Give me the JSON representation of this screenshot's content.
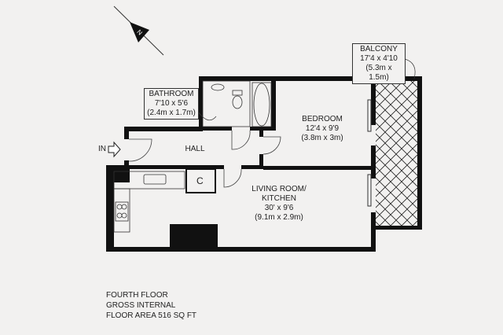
{
  "rooms": {
    "bathroom": {
      "name": "BATHROOM",
      "imperial": "7'10 x 5'6",
      "metric": "(2.4m x 1.7m)"
    },
    "balcony": {
      "name": "BALCONY",
      "imperial": "17'4 x 4'10",
      "metric": "(5.3m x 1.5m)"
    },
    "bedroom": {
      "name": "BEDROOM",
      "imperial": "12'4 x 9'9",
      "metric": "(3.8m x 3m)"
    },
    "hall": {
      "name": "HALL"
    },
    "living": {
      "name": "LIVING ROOM/",
      "name2": "KITCHEN",
      "imperial": "30' x 9'6",
      "metric": "(9.1m x 2.9m)"
    }
  },
  "entrance_label": "IN",
  "cupboard_symbol": "C",
  "compass_letter": "N",
  "footer": {
    "line1": "FOURTH FLOOR",
    "line2": "GROSS INTERNAL",
    "line3": "FLOOR AREA 516 SQ FT"
  },
  "colors": {
    "wall": "#111111",
    "background": "#f2f1f0"
  }
}
